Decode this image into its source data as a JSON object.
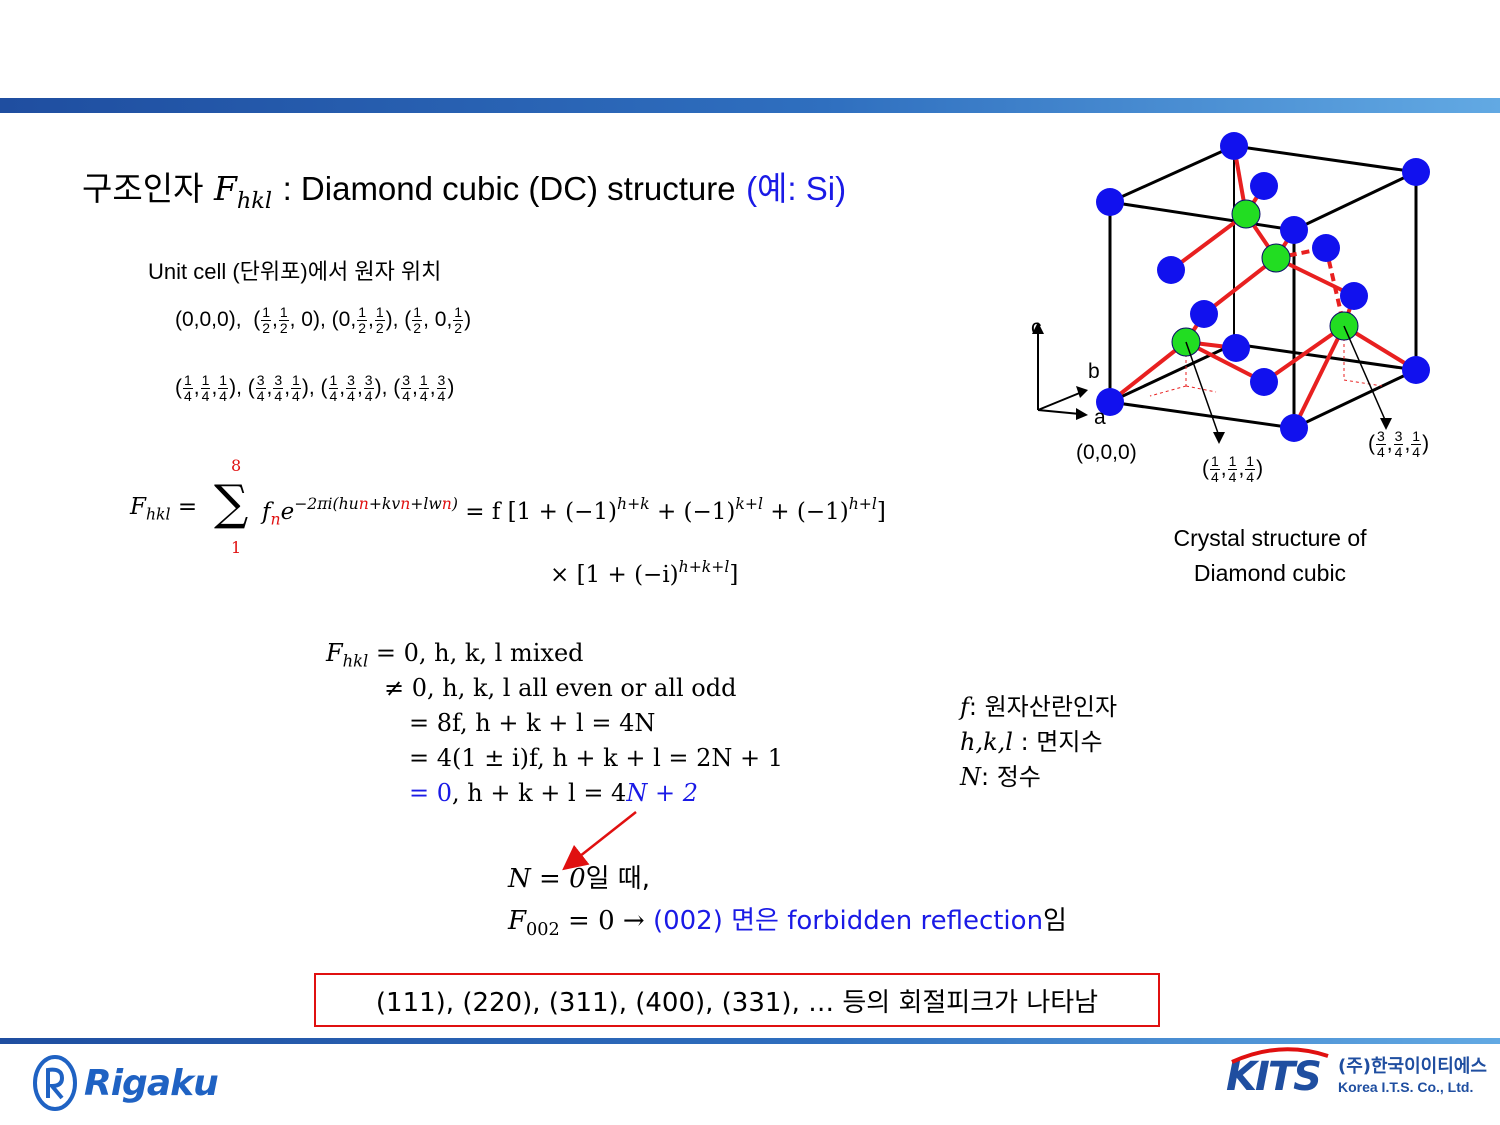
{
  "header": {
    "title_kr": "구조인자",
    "title_symbol_main": "F",
    "title_symbol_sub": "hkl",
    "title_text": ": Diamond cubic (DC) structure",
    "title_example": "(예: Si)"
  },
  "unit_cell": {
    "label": "Unit cell (단위포)에서 원자 위치",
    "line1": {
      "p1": "(0,0,0),",
      "p2_open": "(",
      "p2_close": ", 0),",
      "p3_open": "(0,",
      "p3_close": "),",
      "p4_open": "(",
      "p4_mid": ", 0,",
      "p4_close": ")"
    },
    "line2": {
      "open": "(",
      "close_sep": "),",
      "close_end": ")"
    },
    "frac_one": "1",
    "frac_two": "2",
    "frac_three": "3",
    "frac_four": "4"
  },
  "structure_factor": {
    "lhs_main": "F",
    "lhs_sub": "hkl",
    "equals": "=",
    "sum_top": "8",
    "sum_bottom": "1",
    "sigma": "∑",
    "f": "f",
    "f_sub": "n",
    "e": "e",
    "exp_a": "−2πi(hu",
    "exp_n1": "n",
    "exp_b": "+kv",
    "exp_n2": "n",
    "exp_c": "+lw",
    "exp_n3": "n",
    "exp_d": ")",
    "rhs_a": "= f [1 + (−1)",
    "rhs_sup1": "h+k",
    "rhs_b": " + (−1)",
    "rhs_sup2": "k+l",
    "rhs_c": " + (−1)",
    "rhs_sup3": "h+l",
    "rhs_d": "]",
    "line2_a": "× [1 + (−i)",
    "line2_sup": "h+k+l",
    "line2_b": "]"
  },
  "conditions": {
    "c1_main": "F",
    "c1_sub": "hkl",
    "c1_rest": " = 0,   h, k, l mixed",
    "c2": "≠ 0,  h, k, l  all even or all odd",
    "c3": "= 8f,  h + k + l = 4N",
    "c4": "= 4(1 ± i)f,  h + k + l = 2N + 1",
    "c5_blue_a": "= 0",
    "c5_black": ",  h + k + l = 4",
    "c5_blue_b": "N + 2"
  },
  "legend": {
    "f_sym": "f",
    "f_text": ": 원자산란인자",
    "hkl_sym": "h,k,l",
    "hkl_text": " : 면지수",
    "n_sym": "N",
    "n_text": ": 정수"
  },
  "example": {
    "line1_math": "N = 0",
    "line1_text": "일 때,",
    "line2_main": "F",
    "line2_sub": "002",
    "line2_math": " = 0 →",
    "line2_blue": "(002) 면은 forbidden reflection",
    "line2_end": "임"
  },
  "boxed_note": "(111), (220), (311), (400), (331), … 등의 회절피크가 나타남",
  "figure": {
    "axis_c": "c",
    "axis_b": "b",
    "axis_a": "a",
    "origin": "(0,0,0)",
    "caption_line1": "Crystal structure of",
    "caption_line2": "Diamond cubic",
    "colors": {
      "corner_face_atom": "#1111ee",
      "interior_atom": "#22dd22",
      "bond": "#e82020"
    }
  },
  "logos": {
    "rigaku": "Rigaku",
    "kits_mark": "KITS",
    "kits_kr": "(주)한국이이티에스",
    "kits_en": "Korea I.T.S. Co., Ltd."
  },
  "colors": {
    "band": "#2f6fbf",
    "blue_text": "#1a1ae6",
    "red": "#e01010"
  }
}
